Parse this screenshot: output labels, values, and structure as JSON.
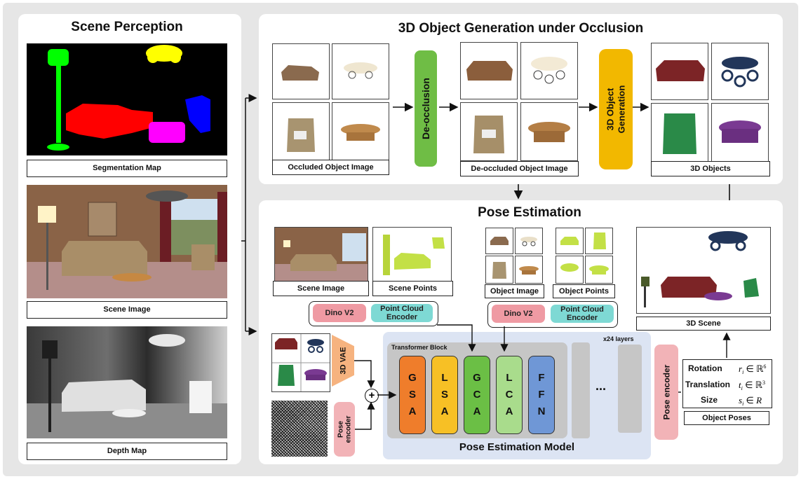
{
  "scene_perception": {
    "title": "Scene Perception",
    "segmentation_label": "Segmentation Map",
    "scene_image_label": "Scene Image",
    "depth_label": "Depth Map"
  },
  "generation": {
    "title": "3D Object Generation under Occlusion",
    "occluded_label": "Occluded Object Image",
    "deocclusion_step": "De-occlusion",
    "deoccluded_label": "De-occluded Object Image",
    "generation_step": "3D Object Generation",
    "objects_label": "3D Objects"
  },
  "pose": {
    "title": "Pose Estimation",
    "scene_image_label": "Scene Image",
    "scene_points_label": "Scene Points",
    "object_image_label": "Object Image",
    "object_points_label": "Object Points",
    "dino_scene": "Dino V2",
    "pce_scene": "Point Cloud Encoder",
    "dino_object": "Dino V2",
    "pce_object": "Point Cloud Encoder",
    "scene3d_label": "3D Scene",
    "vae_label": "3D VAE",
    "pose_encoder_in": "Pose encoder",
    "plus": "+",
    "transformer_block_label": "Transformer Block",
    "layers_label": "x24 layers",
    "blocks": [
      {
        "letters": [
          "G",
          "S",
          "A"
        ],
        "color": "#ef7d2b"
      },
      {
        "letters": [
          "L",
          "S",
          "A"
        ],
        "color": "#f7c025"
      },
      {
        "letters": [
          "G",
          "C",
          "A"
        ],
        "color": "#6bbf45"
      },
      {
        "letters": [
          "L",
          "C",
          "A"
        ],
        "color": "#a9dc8c"
      },
      {
        "letters": [
          "F",
          "F",
          "N"
        ],
        "color": "#6f97d6"
      }
    ],
    "ellipsis": "...",
    "model_label": "Pose Estimation Model",
    "pose_encoder_out": "Pose encoder",
    "outputs": {
      "rotation_label": "Rotation",
      "translation_label": "Translation",
      "size_label": "Size"
    },
    "object_poses_label": "Object Poses"
  },
  "colors": {
    "deocclusion": "#6fbd45",
    "generation": "#f2b800",
    "pose_encoder": "#f2b3b7",
    "vae": "#f6b37f",
    "dino": "#ef9aa3",
    "pce": "#7ed9d4",
    "model_bg": "#dce4f3",
    "transformer_bg": "#c6c6c6"
  }
}
